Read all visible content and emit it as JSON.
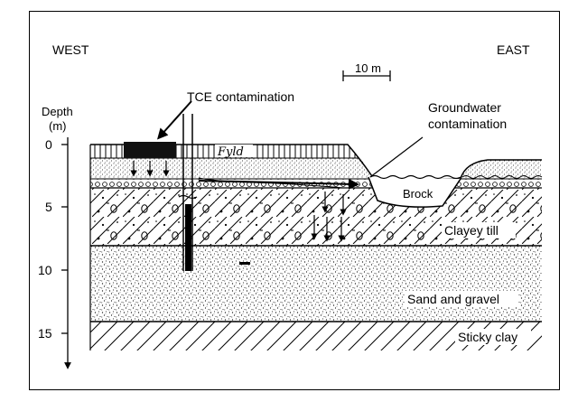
{
  "labels": {
    "west": "WEST",
    "east": "EAST",
    "scale": "10 m",
    "depth": "Depth",
    "unit": "(m)",
    "tce": "TCE contamination",
    "gw_line1": "Groundwater",
    "gw_line2": "contamination",
    "fyld": "Fyld",
    "brock": "Brock",
    "clayey_till": "Clayey till",
    "sand_gravel": "Sand and gravel",
    "sticky_clay": "Sticky clay"
  },
  "depth_ticks": [
    "0",
    "5",
    "10",
    "15"
  ]
}
